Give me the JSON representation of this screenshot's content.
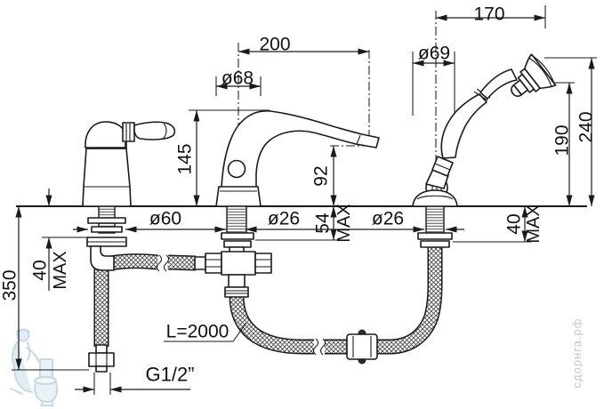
{
  "dims": {
    "spout_reach": "200",
    "spout_base_dia": "ø68",
    "spout_height": "145",
    "outlet_height": "92",
    "shower_reach": "170",
    "shower_head_dia": "ø69",
    "shower_mid_height": "190",
    "shower_total_height": "240",
    "handle_base_dia": "ø60",
    "spout_shank_dia": "ø26",
    "shower_shank_dia": "ø26",
    "spout_deck_max": "54",
    "handle_deck_max": "40",
    "shower_deck_max": "40",
    "max_suffix": "MAX",
    "supply_drop": "350",
    "hose_length": "L=2000",
    "inlet_thread": "G1/2”"
  },
  "watermark": {
    "site": "сдорнга.рф"
  },
  "colors": {
    "line": "#1a1a1a",
    "watermark_blue": "#b5cddc",
    "watermark_gray": "#c8c8c8",
    "background": "#ffffff"
  }
}
